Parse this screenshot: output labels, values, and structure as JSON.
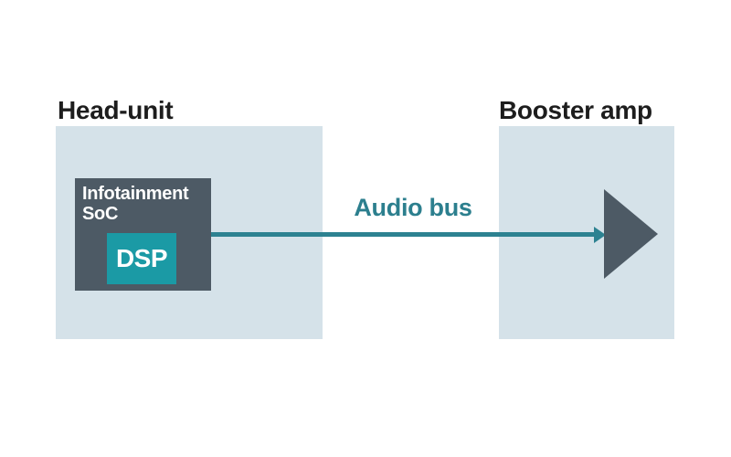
{
  "diagram": {
    "head_unit": {
      "label": "Head-unit"
    },
    "soc": {
      "label": "Infotainment\nSoC"
    },
    "dsp": {
      "label": "DSP"
    },
    "bus": {
      "label": "Audio bus"
    },
    "booster": {
      "label": "Booster amp"
    }
  },
  "icons": {
    "amplifier_triangle": "right-pointing-triangle",
    "bus_arrowhead": "right-pointing-arrowhead"
  },
  "colors": {
    "background": "#ffffff",
    "panel_light_blue": "#d5e2e9",
    "slate_block": "#4d5a65",
    "dsp_teal": "#1b9aa5",
    "bus_arrow_teal": "#2d8291",
    "bus_label_teal": "#2c7f8e",
    "label_text": "#1d1d1d",
    "block_text": "#ffffff"
  }
}
